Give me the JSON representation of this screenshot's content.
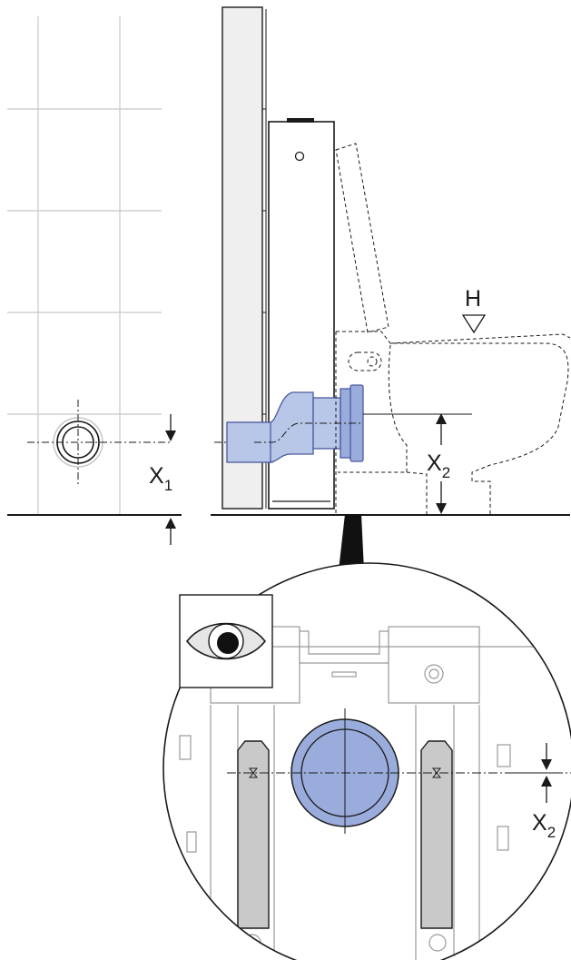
{
  "labels": {
    "x1_main": "X",
    "x1_sub": "1",
    "x2_main": "X",
    "x2_sub": "2",
    "h": "H",
    "x2_detail_main": "X",
    "x2_detail_sub": "2"
  },
  "icons": {
    "eye": "eye-icon"
  },
  "colors": {
    "pipe_fill": "#b8c6e8",
    "pipe_stroke": "#4a5a9e",
    "outlet_fill": "#9aacdc",
    "frame_fill": "#efefef",
    "bracket_fill": "#c9c9c9",
    "grid_line": "#c8c8c8",
    "line": "#1a1a1a"
  }
}
